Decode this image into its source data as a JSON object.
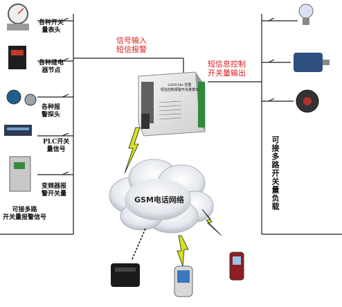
{
  "left_devices": [
    {
      "label_lines": [
        "各种开关",
        "量表头"
      ]
    },
    {
      "label_lines": [
        "各种继电",
        "器节点"
      ]
    },
    {
      "label_lines": [
        "各种报",
        "警探头"
      ]
    },
    {
      "label_lines": [
        "PLC开关",
        "量信号"
      ]
    },
    {
      "label_lines": [
        "变频器报",
        "警开关量"
      ]
    }
  ],
  "left_bottom_label": [
    "可接多路",
    "开关量报警信号"
  ],
  "signal_in_label": [
    "信号输入",
    "短信报警"
  ],
  "sms_control_label": [
    "短信息控制",
    "开关量输出"
  ],
  "right_loads_label": "可接多路开关量负载",
  "network_label": "GSM电话网络",
  "device_panel_text": [
    "GSM-Me 告警",
    "短信控制报警开关量模块"
  ],
  "colors": {
    "accent_red": "#d81e1e",
    "wire": "#1a1a1a",
    "lightning": "#d6e21b"
  }
}
